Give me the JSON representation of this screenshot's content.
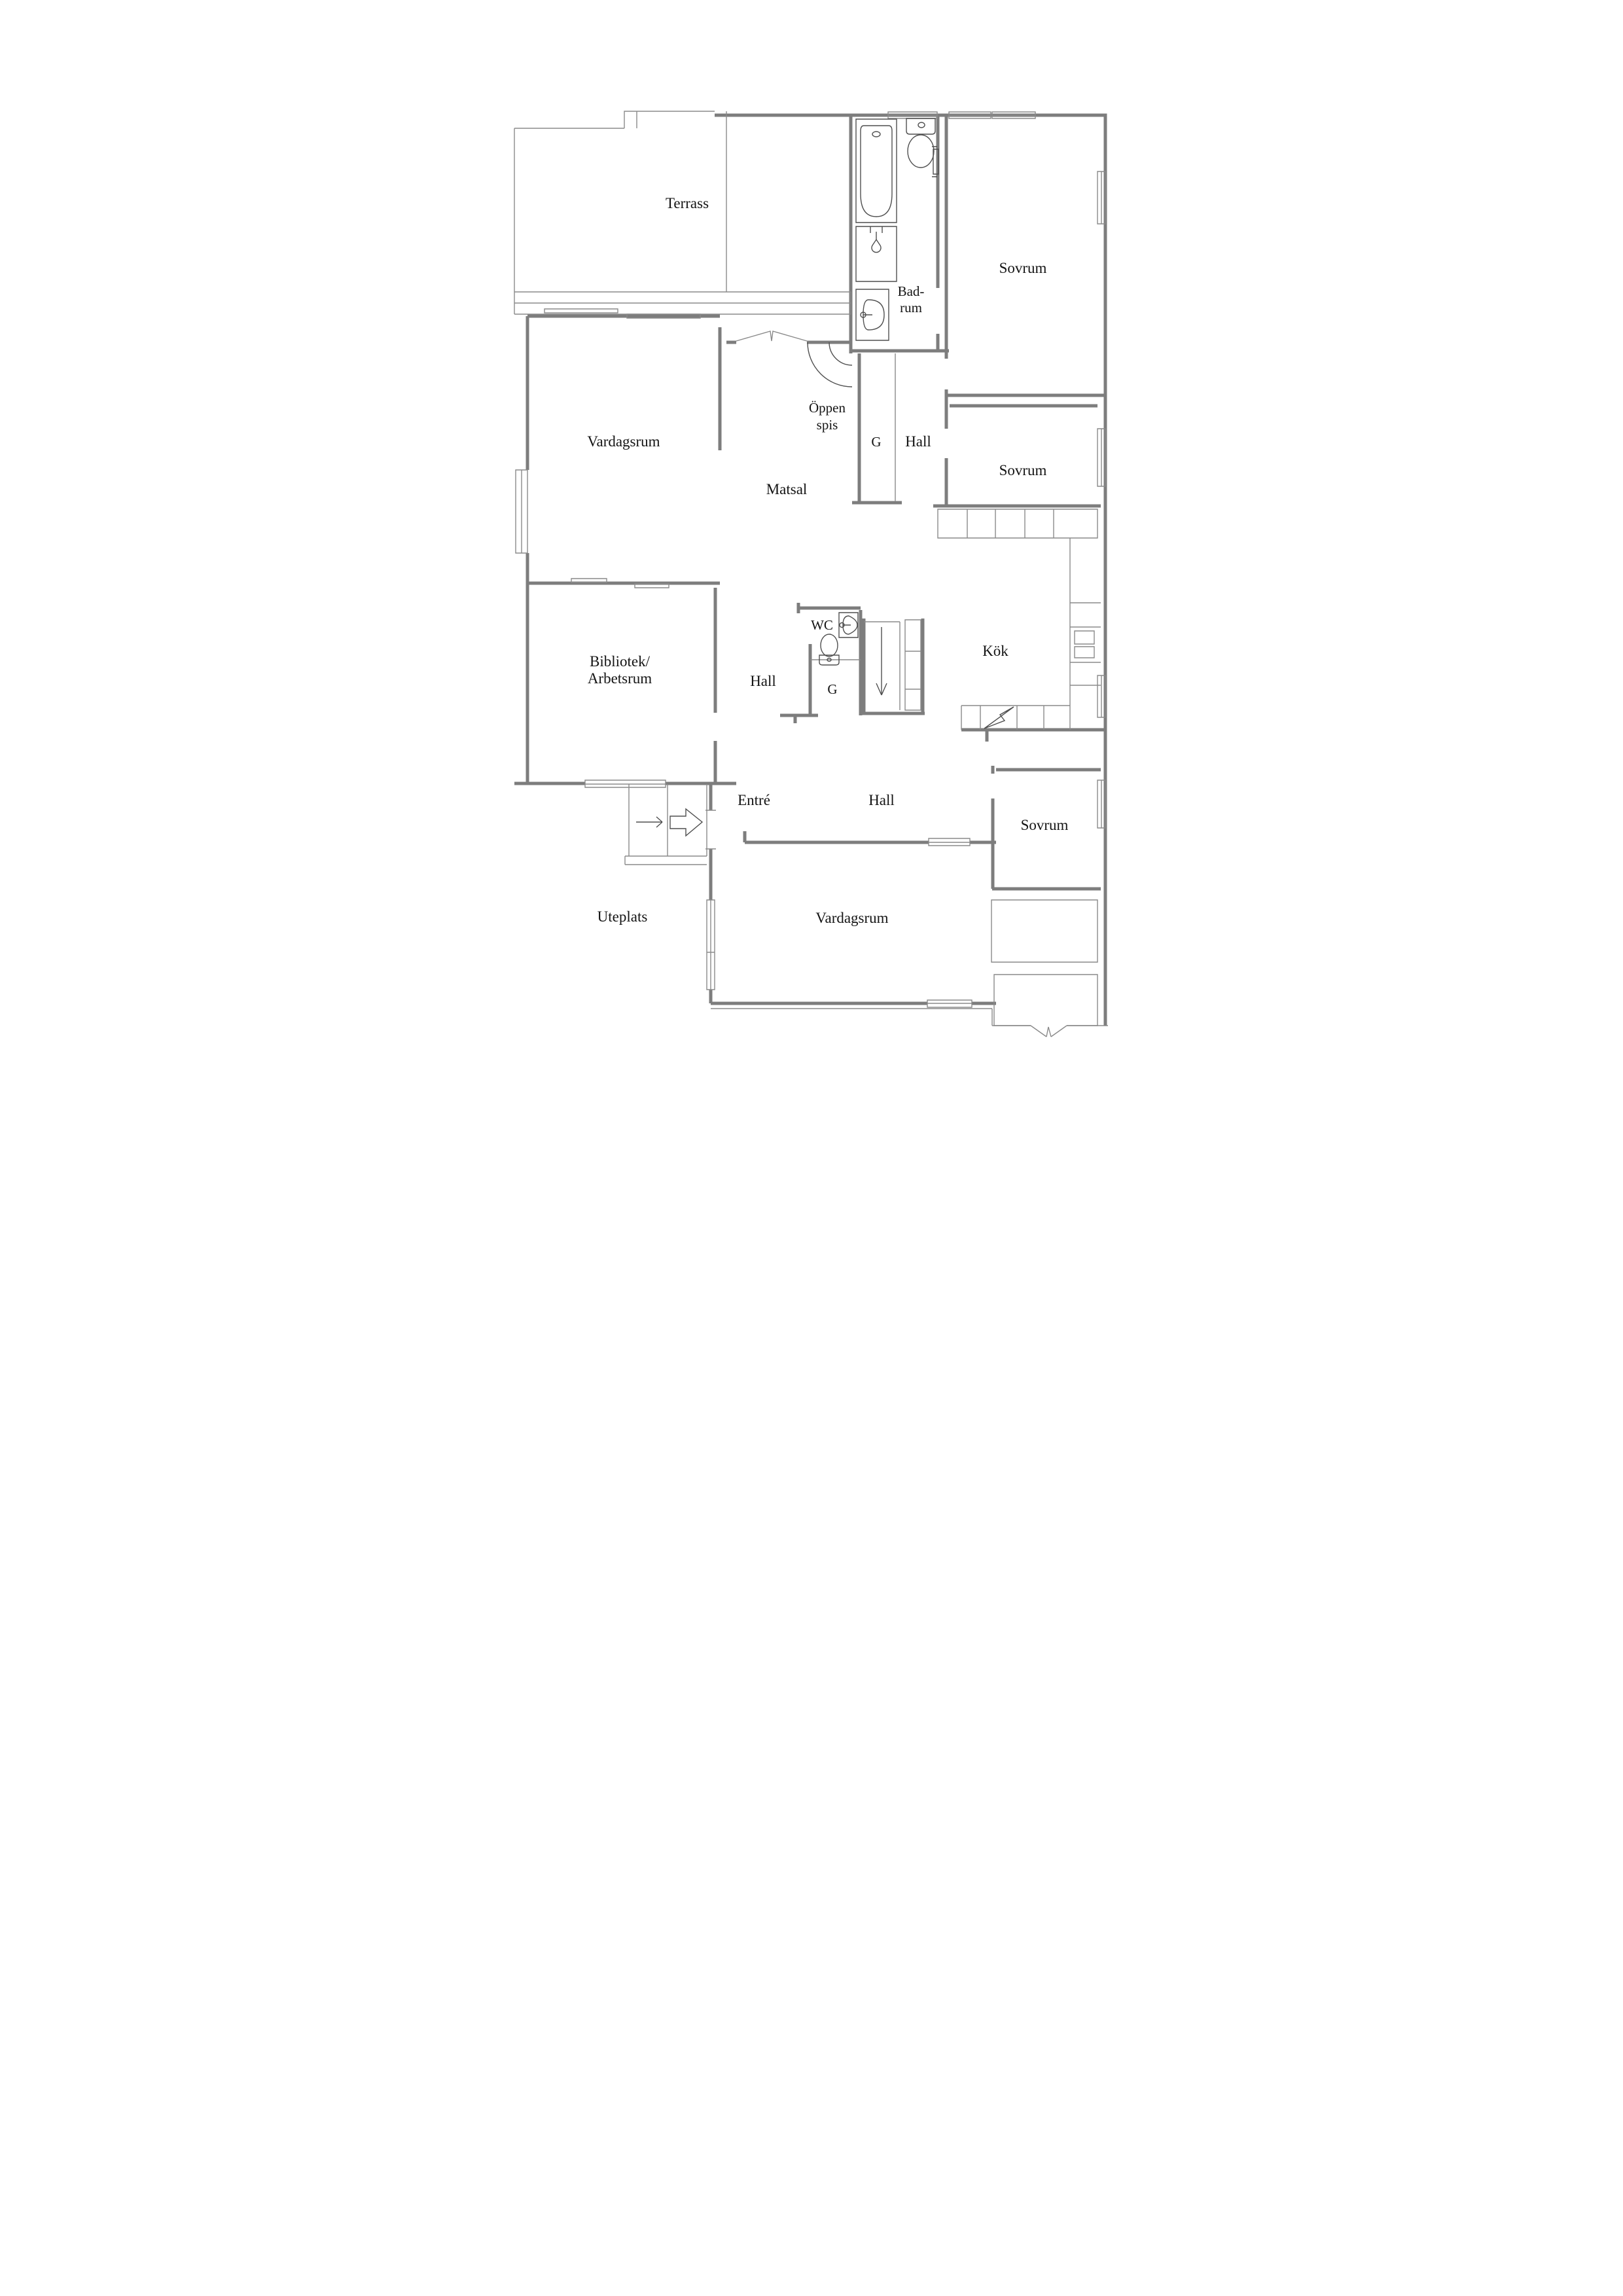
{
  "plan": {
    "type": "architectural-floor-plan",
    "language": "Swedish",
    "background_color": "#ffffff",
    "wall_color": "#7d7d7d",
    "fixture_color": "#4f4f4f",
    "text_color": "#141414",
    "labels": {
      "terrass": "Terrass",
      "badrum_line1": "Bad-",
      "badrum_line2": "rum",
      "sovrum_top": "Sovrum",
      "vardagsrum_top": "Vardagsrum",
      "oppen_spis_line1": "Öppen",
      "oppen_spis_line2": "spis",
      "garderob_top": "G",
      "hall_top": "Hall",
      "sovrum_mid": "Sovrum",
      "matsal": "Matsal",
      "bibliotek_line1": "Bibliotek/",
      "bibliotek_line2": "Arbetsrum",
      "hall_mid": "Hall",
      "wc": "WC",
      "garderob_bottom": "G",
      "kok": "Kök",
      "entre": "Entré",
      "hall_bottom": "Hall",
      "sovrum_bottom": "Sovrum",
      "uteplats": "Uteplats",
      "vardagsrum_bottom": "Vardagsrum"
    },
    "fixtures": [
      "bathtub",
      "shower-mixer",
      "washbasin",
      "toilet",
      "radiator",
      "open-fireplace-arcs",
      "wardrobe-row",
      "stairs-down-arrow",
      "kitchen-counter",
      "stove-zigzag",
      "stove-plates",
      "entry-direction-arrows",
      "double-door-swing",
      "window-markers",
      "terrace-steps"
    ]
  }
}
